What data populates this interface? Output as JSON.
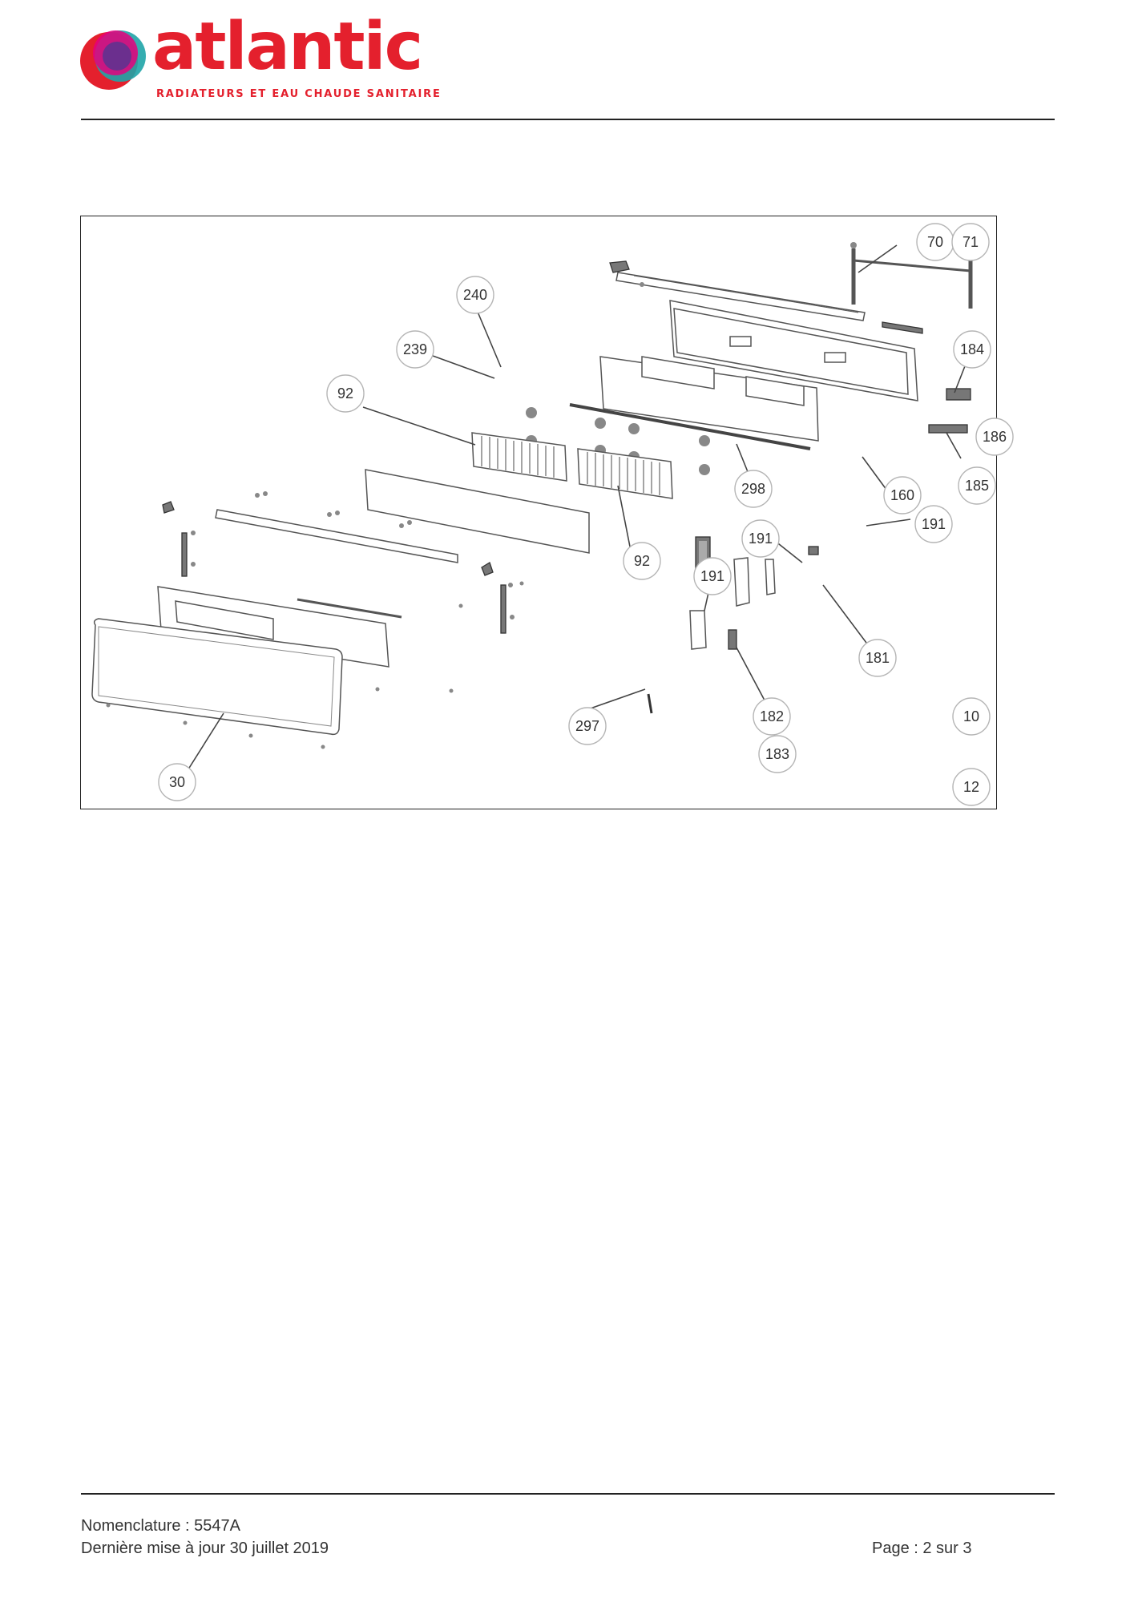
{
  "brand": {
    "name": "atlantic",
    "tagline": "RADIATEURS ET EAU CHAUDE SANITAIRE",
    "colors": {
      "red": "#e4202d",
      "purple": "#6b2f8e",
      "teal": "#1fa4a7",
      "pink": "#e5007e"
    }
  },
  "diagram": {
    "callouts": [
      {
        "label": "70"
      },
      {
        "label": "71"
      },
      {
        "label": "240"
      },
      {
        "label": "239"
      },
      {
        "label": "184"
      },
      {
        "label": "92"
      },
      {
        "label": "186"
      },
      {
        "label": "185"
      },
      {
        "label": "298"
      },
      {
        "label": "160"
      },
      {
        "label": "191"
      },
      {
        "label": "191"
      },
      {
        "label": "92"
      },
      {
        "label": "191"
      },
      {
        "label": "181"
      },
      {
        "label": "182"
      },
      {
        "label": "10"
      },
      {
        "label": "297"
      },
      {
        "label": "183"
      },
      {
        "label": "30"
      },
      {
        "label": "12"
      }
    ]
  },
  "footer": {
    "nomenclature": "Nomenclature : 5547A",
    "updated": "Dernière mise à jour 30 juillet 2019",
    "page": "Page : 2 sur 3"
  }
}
